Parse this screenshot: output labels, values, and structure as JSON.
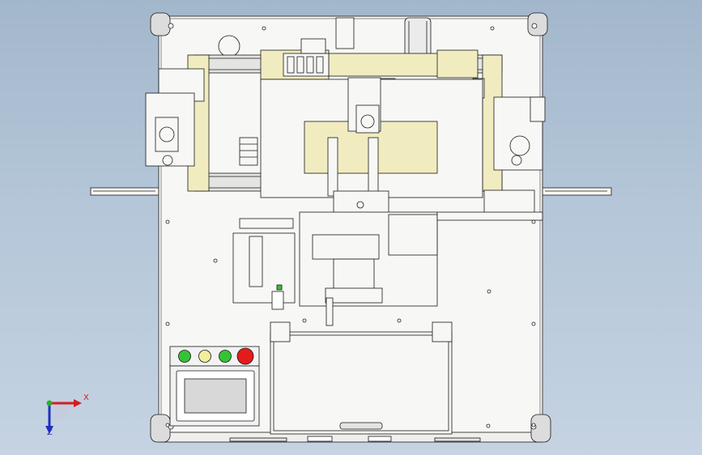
{
  "viewport": {
    "background_top": "#a3b7cc",
    "background_bottom": "#c5d3e2"
  },
  "drawing": {
    "line_color": "#1a1a1a",
    "plate_color": "#f7f7f5",
    "highlight_yellow": "#f1ecc0",
    "highlight_magenta": "#e89be2",
    "rail_color": "#e4e4e2"
  },
  "control_panel": {
    "buttons": [
      {
        "name": "green-button-1",
        "color": "#35c335"
      },
      {
        "name": "yellow-button",
        "color": "#f2ee9c"
      },
      {
        "name": "green-button-2",
        "color": "#35c335"
      },
      {
        "name": "emergency-stop-button",
        "color": "#e31b1b"
      }
    ],
    "screen_color": "#d8d8d8"
  },
  "triad": {
    "x_label": "X",
    "z_label": "Z",
    "x_color": "#d21f1f",
    "y_color": "#27b327",
    "z_color": "#1f2fbf"
  }
}
